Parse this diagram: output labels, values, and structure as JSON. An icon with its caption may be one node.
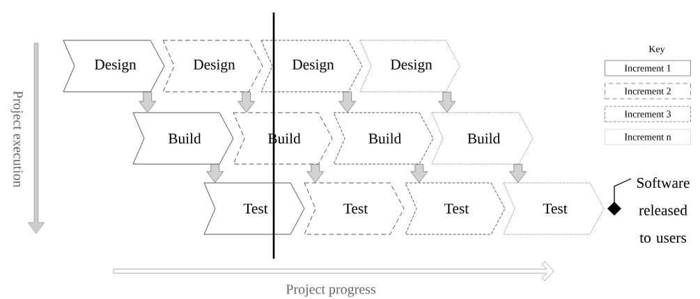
{
  "diagram": {
    "nodes": [
      {
        "text": [
          "Design"
        ]
      },
      {
        "text": [
          "Design"
        ]
      },
      {
        "text": [
          "Design"
        ]
      },
      {
        "text": [
          "Design"
        ]
      },
      {
        "text": [
          "Build"
        ]
      },
      {
        "text": [
          "Build"
        ]
      },
      {
        "text": [
          "Build"
        ]
      },
      {
        "text": [
          "Build"
        ]
      },
      {
        "text": [
          "Test"
        ]
      },
      {
        "text": [
          "Test"
        ]
      },
      {
        "text": [
          "Test"
        ]
      },
      {
        "text": [
          "Test"
        ]
      }
    ],
    "edges": [
      {
        "from": 0,
        "to": 4,
        "arrow": "to"
      },
      {
        "from": 1,
        "to": 5,
        "arrow": "to"
      },
      {
        "from": 2,
        "to": 6,
        "arrow": "to"
      },
      {
        "from": 3,
        "to": 7,
        "arrow": "to"
      },
      {
        "from": 4,
        "to": 8,
        "arrow": "to"
      },
      {
        "from": 5,
        "to": 9,
        "arrow": "to"
      },
      {
        "from": 6,
        "to": 10,
        "arrow": "to"
      },
      {
        "from": 7,
        "to": 11,
        "arrow": "to"
      }
    ],
    "labels": [
      "Key",
      "Project execution",
      "Software released to users",
      "Project progress"
    ],
    "legend": [
      {
        "text": "Increment 1"
      },
      {
        "text": "Increment 2"
      },
      {
        "text": "Increment 3"
      },
      {
        "text": "Increment n"
      }
    ]
  }
}
